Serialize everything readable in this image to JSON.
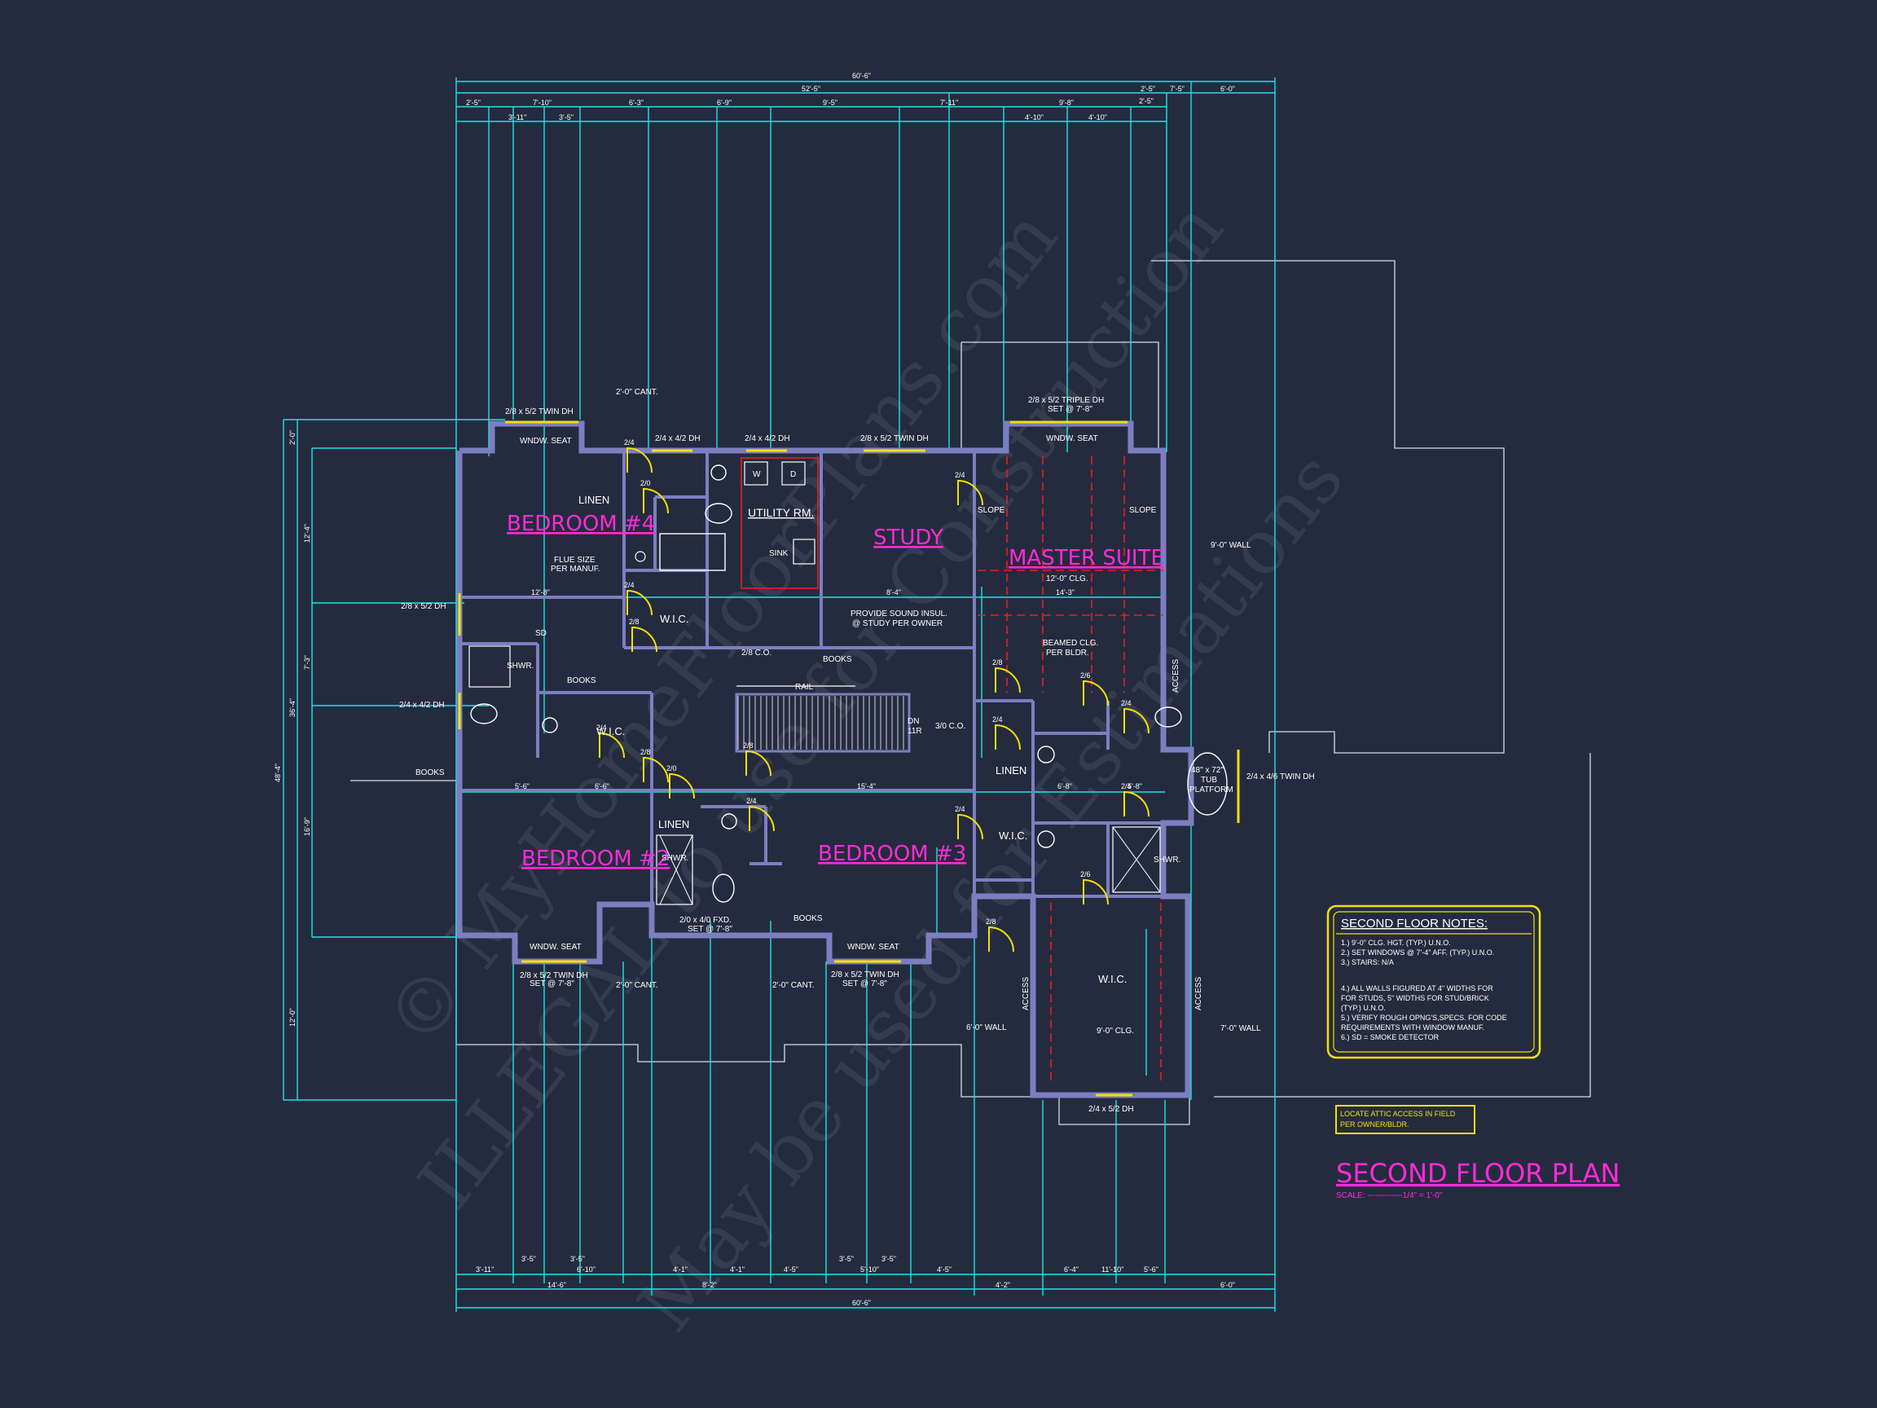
{
  "rooms": {
    "bedroom4": "BEDROOM #4",
    "study": "STUDY",
    "master": "MASTER SUITE",
    "bedroom2": "BEDROOM #2",
    "bedroom3": "BEDROOM #3",
    "utility": "UTILITY RM."
  },
  "labels": {
    "linen1": "LINEN",
    "linen2": "LINEN",
    "linen3": "LINEN",
    "wic1": "W.I.C.",
    "wic2": "W.I.C.",
    "wic3": "W.I.C.",
    "wic4": "W.I.C.",
    "shwr1": "SHWR.",
    "shwr2": "SHWR.",
    "shwr3": "SHWR.",
    "books1": "BOOKS",
    "books2": "BOOKS",
    "books3": "BOOKS",
    "books4": "BOOKS",
    "rail": "RAIL",
    "dn": "DN",
    "tr": "11R",
    "co30": "3/0 C.O.",
    "co28": "2/8 C.O.",
    "sink": "SINK",
    "washer": "W",
    "dryer": "D",
    "slope1": "SLOPE",
    "slope2": "SLOPE",
    "clg12": "12'-0\" CLG.",
    "beamed1": "BEAMED CLG.",
    "beamed2": "PER BLDR.",
    "flue1": "FLUE SIZE",
    "flue2": "PER MANUF.",
    "sound1": "PROVIDE SOUND INSUL.",
    "sound2": "@ STUDY PER OWNER",
    "tub1": "48\" x 72\"",
    "tub2": "TUB",
    "tub3": "PLATFORM",
    "wall9": "9'-0\" WALL",
    "wall6": "6'-0\" WALL",
    "wall7": "7'-0\" WALL",
    "clg9": "9'-0\" CLG.",
    "access1": "ACCESS",
    "access2": "ACCESS",
    "access3": "ACCESS",
    "sd": "SD"
  },
  "windows": {
    "w_top_left": "2/8 x 5/2 TWIN DH",
    "w_top_b4": "2/4 x 4/2 DH",
    "w_top_util": "2/4 x 4/2 DH",
    "w_top_study": "2/8 x 5/2 TWIN DH",
    "w_master1": "2/8 x 5/2 TRIPLE DH",
    "w_master2": "SET @ 7'-8\"",
    "w_left1": "2/8 x 5/2 DH",
    "w_left2": "2/4 x 4/2 DH",
    "w_right": "2/4 x 4/6 TWIN DH",
    "w_b2_1": "2/8 x 5/2 TWIN DH",
    "w_b2_2": "SET @ 7'-8\"",
    "w_bath_1": "2/0 x 4/0 FXD.",
    "w_bath_2": "SET @ 7'-8\"",
    "w_b3_1": "2/8 x 5/2 TWIN DH",
    "w_b3_2": "SET @ 7'-8\"",
    "w_wic": "2/4 x 5/2 DH",
    "seat1": "WNDW. SEAT",
    "seat2": "WNDW. SEAT",
    "seat3": "WNDW. SEAT",
    "seat4": "WNDW. SEAT",
    "cant1": "2'-0\" CANT.",
    "cant2": "2'-0\" CANT.",
    "cant3": "2'-0\" CANT."
  },
  "doors": [
    "2/4",
    "2/0",
    "2/4",
    "2/8",
    "2/8",
    "2/4",
    "2/6",
    "2/4",
    "2/4",
    "2/8",
    "2/0",
    "2/4",
    "2/8",
    "2/4",
    "2/6",
    "2/4",
    "2/8",
    "2/4"
  ],
  "dims": {
    "top_overall": "60'-6\"",
    "top_sub": "52'-5\"",
    "top_right1": "2'-5\"",
    "top_right2": "6'-0\"",
    "top_right3": "7'-5\"",
    "top_row": [
      "2'-5\"",
      "7'-10\"",
      "6'-3\"",
      "6'-9\"",
      "9'-5\"",
      "7'-11\"",
      "9'-8\"",
      "2'-5\""
    ],
    "top_row2": [
      "3'-11\"",
      "3'-5\"",
      "4'-10\"",
      "4'-10\""
    ],
    "left_overall": "48'-4\"",
    "left_a": "36'-4\"",
    "left_b": "12'-0\"",
    "left_c": "2'-0\"",
    "left_row": [
      "12'-4\"",
      "7'-3\"",
      "16'-9\""
    ],
    "bottom_overall": "60'-6\"",
    "bottom_sub": [
      "14'-6\"",
      "8'-2\"",
      "4'-2\"",
      "6'-0\""
    ],
    "bottom_row": [
      "3'-11\"",
      "6'-10\"",
      "4'-1\"",
      "4'-1\"",
      "4'-5\"",
      "5'-10\"",
      "4'-5\"",
      "6'-4\"",
      "11'-10\"",
      "5'-6\""
    ],
    "bottom_row2": [
      "3'-5\"",
      "3'-5\"",
      "3'-5\"",
      "3'-5\""
    ],
    "int": [
      "12'-8\"",
      "8'-4\"",
      "14'-3\"",
      "6'-6\"",
      "5'-6\"",
      "15'-4\"",
      "6'-8\"",
      "5'-8\""
    ]
  },
  "notes": {
    "title": "SECOND FLOOR NOTES:",
    "lines": [
      "1.) 9'-0\" CLG. HGT. (TYP.) U.N.O.",
      "2.) SET WINDOWS @ 7'-4\" AFF. (TYP.) U.N.O.",
      "3.) STAIRS: N/A",
      "",
      "4.) ALL WALLS FIGURED AT 4\" WIDTHS FOR",
      "    FOR STUDS, 5\" WIDTHS FOR STUD/BRICK",
      "    (TYP.) U.N.O.",
      "5.) VERIFY ROUGH OPNG'S,SPECS. FOR CODE",
      "    REQUIREMENTS WITH WINDOW MANUF.",
      "6.) SD = SMOKE DETECTOR"
    ]
  },
  "attic_note": [
    "LOCATE ATTIC ACCESS IN FIELD",
    "PER OWNER/BLDR."
  ],
  "title": {
    "main": "SECOND FLOOR PLAN",
    "scale": "SCALE: -------------1/4\" = 1'-0\""
  },
  "watermark": {
    "line1": "© MyHomeFloorPlans.com",
    "line2": "ILLEGAL to use for Construction",
    "line3": "May be used for Estimations"
  },
  "colors": {
    "background": "#252b3f",
    "dimension": "#19e6e6",
    "wall": "#7b7fc0",
    "window": "#f6e100",
    "room_label": "#ff2bd6",
    "beam": "#e82020"
  }
}
